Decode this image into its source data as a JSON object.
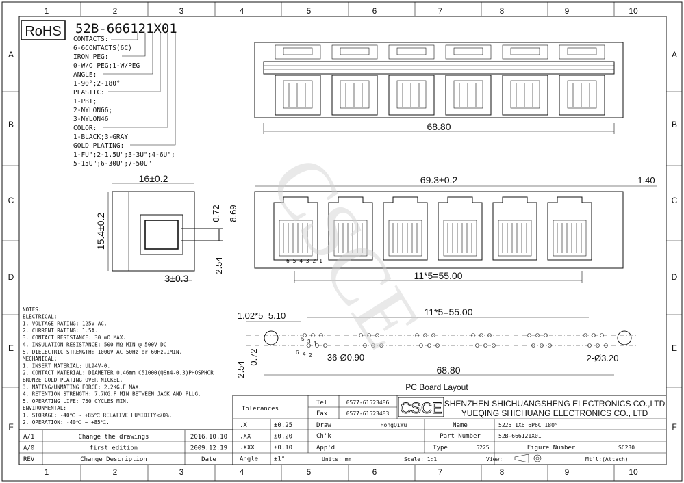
{
  "grid": {
    "cols": [
      "1",
      "2",
      "3",
      "4",
      "5",
      "6",
      "7",
      "8",
      "9",
      "10"
    ],
    "rows": [
      "A",
      "B",
      "C",
      "D",
      "E",
      "F"
    ]
  },
  "rohs": "RoHS",
  "part_code": "52B-666121X01",
  "code_legend": [
    "CONTACTS:",
    "6-6CONTACTS(6C)",
    "IRON PEG:",
    "0-W/O PEG;1-W/PEG",
    "ANGLE:",
    "1-90°;2-180°",
    "PLASTIC:",
    "1-PBT;",
    "2-NYLON66;",
    "3-NYLON46",
    "COLOR:",
    "1-BLACK;3-GRAY",
    "GOLD PLATING:",
    "1-FU\";2-1.5U\";3-3U\";4-6U\";",
    "5-15U\";6-30U\";7-50U\""
  ],
  "dims": {
    "top_width": "68.80",
    "front_width": "69.3±0.2",
    "front_offset": "1.40",
    "front_pitch": "11*5=55.00",
    "side_width": "16±0.2",
    "side_height": "15.4±0.2",
    "side_peg": "3±0.3",
    "side_072": "0.72",
    "side_869": "8.69",
    "side_254": "2.54",
    "pin_numbers": "6 5 4 3 2 1",
    "pcb_pin_pitch": "1.02*5=5.10",
    "pcb_port_pitch": "11*5=55.00",
    "pcb_hole": "36-Ø0.90",
    "pcb_peg_hole": "2-Ø3.20",
    "pcb_width": "68.80",
    "pcb_254": "2.54",
    "pcb_072": "0.72",
    "pcb_pin_labels": [
      "5",
      "3",
      "1",
      "6",
      "4",
      "2"
    ]
  },
  "pcb_title": "PC Board Layout",
  "watermark": "CSCE",
  "notes": [
    "NOTES:",
    "ELECTRICAL:",
    "1. VOLTAGE RATING: 125V AC.",
    "2. CURRENT RATING: 1.5A.",
    "3. CONTACT RESISTANCE: 30 mΩ MAX.",
    "4. INSULATION RESISTANCE: 500 MΩ MIN @ 500V DC.",
    "5. DIELECTRIC STRENGTH: 1000V AC 50Hz or 60Hz,1MIN.",
    "MECHANICAL:",
    "1. INSERT MATERIAL: UL94V-0.",
    "2. CONTACT MATERIAL: DIAMETER 0.46mm C51000(QSn4-0.3)PHOSPHOR",
    "   BRONZE GOLD PLATING OVER NICKEL.",
    "3. MATING/UNMATING FORCE: 2.2KG.F MAX.",
    "4. RETENTION STRENGTH: 7.7KG.F MIN BETWEEN JACK AND PLUG.",
    "5. OPERATING LIFE: 750 CYCLES MIN.",
    "ENVIRONMENTAL:",
    "1. STORAGE: -40℃ ~ +85℃ RELATIVE HUMIDITY<70%.",
    "2. OPERATION: -40℃ ~ +85℃."
  ],
  "title_block": {
    "tolerances": "Tolerances",
    "tol_rows": [
      {
        "k": ".X",
        "v": "±0.25"
      },
      {
        "k": ".XX",
        "v": "±0.20"
      },
      {
        "k": ".XXX",
        "v": "±0.10"
      },
      {
        "k": "Angle",
        "v": "±1°"
      }
    ],
    "tel_label": "Tel",
    "tel": "0577-61523486",
    "fax_label": "Fax",
    "fax": "0577-61523483",
    "logo": "CSCE",
    "company1": "SHENZHEN SHICHUANGSHENG ELECTRONICS CO.,LTD",
    "company2": "YUEQING SHICHUANG ELECTRONICS CO., LTD",
    "draw_label": "Draw",
    "draw": "HongQiWu",
    "chk_label": "Ch'k",
    "appd_label": "App'd",
    "name_label": "Name",
    "name": "5225 1X6 6P6C 180°",
    "part_label": "Part Number",
    "part": "52B-666121X01",
    "type_label": "Type",
    "type": "5225",
    "figure_label": "Figure Number",
    "figure": "SC230",
    "units": "Units: mm",
    "scale": "Scale: 1:1",
    "view": "View:",
    "mtl": "Mt'l:(Attach)",
    "revisions": [
      {
        "rev": "A/1",
        "desc": "Change the drawings",
        "date": "2016.10.10"
      },
      {
        "rev": "A/0",
        "desc": "first edition",
        "date": "2009.12.19"
      }
    ],
    "rev_header": {
      "rev": "REV",
      "desc": "Change Description",
      "date": "Date"
    }
  }
}
